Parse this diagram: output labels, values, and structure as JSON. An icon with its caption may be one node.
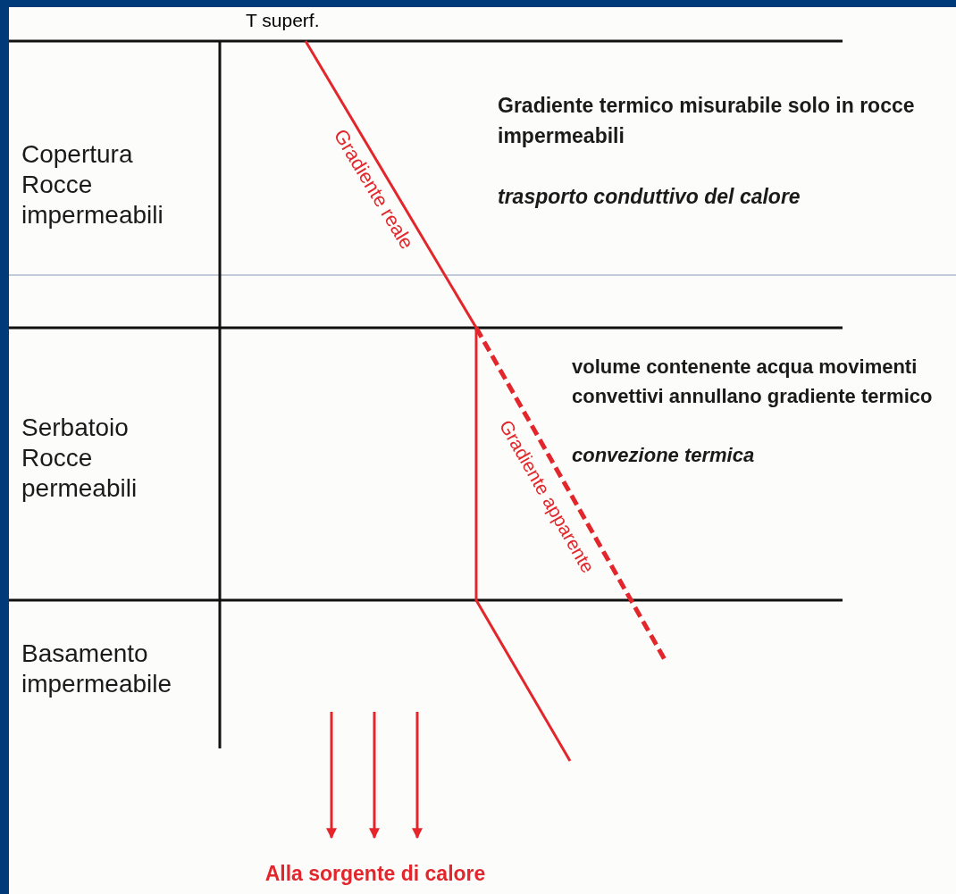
{
  "diagram": {
    "labels": [
      "T superf.",
      "Copertura Rocce impermeabili",
      "Gradiente reale",
      "Gradiente termico misurabile solo in rocce impermeabili",
      "trasporto conduttivo del calore",
      "Serbatoio Rocce permeabili",
      "Gradiente apparente",
      "volume contenente acqua movimenti convettivi annullano gradiente termico",
      "convezione termica",
      "Basamento impermeabile",
      "Alla sorgente di calore"
    ]
  }
}
